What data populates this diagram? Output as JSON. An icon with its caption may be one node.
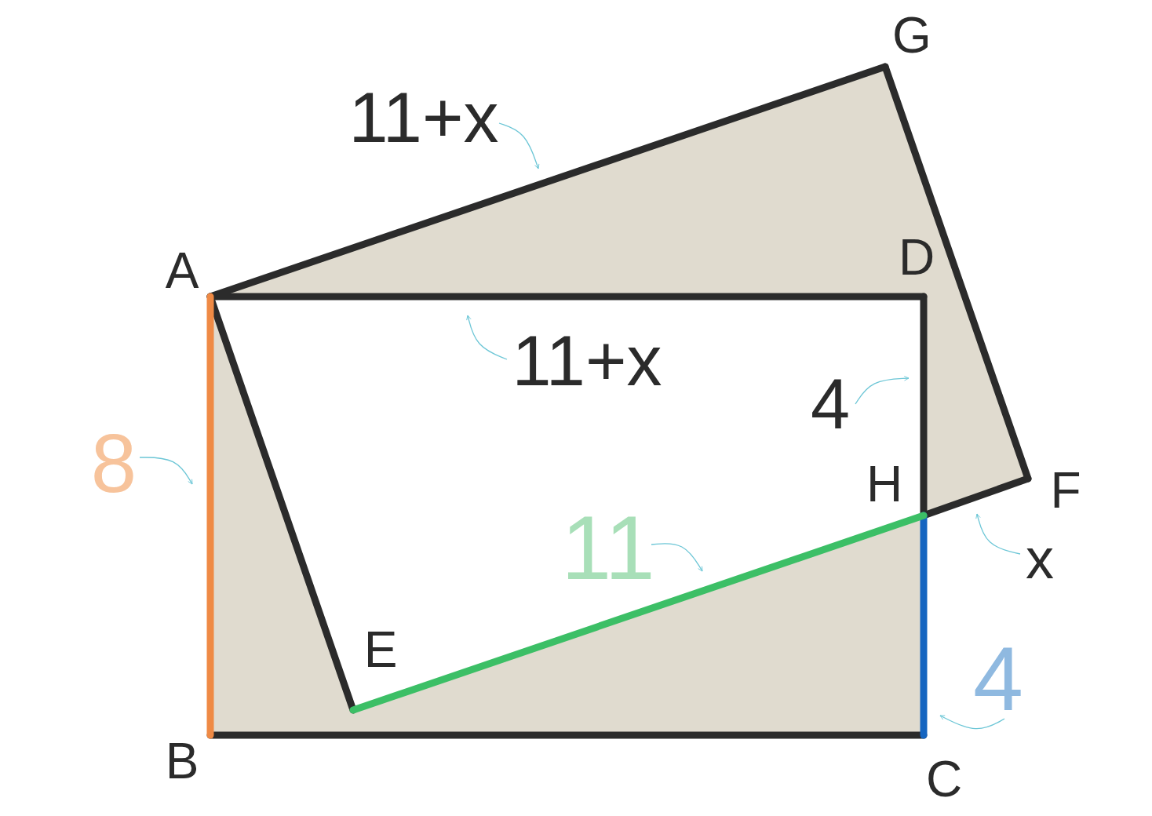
{
  "diagram": {
    "nodes": [
      {
        "text": [
          "11+x"
        ]
      },
      {
        "text": [
          "11+x"
        ]
      },
      {
        "text": [
          "4"
        ]
      },
      {
        "text": [
          "8"
        ]
      },
      {
        "text": [
          "11"
        ]
      },
      {
        "text": [
          "4"
        ]
      },
      {
        "text": [
          "x"
        ]
      }
    ],
    "edges": [
      {
        "from": 0,
        "to": null,
        "arrow": "to"
      },
      {
        "from": 1,
        "to": null,
        "arrow": "to"
      },
      {
        "from": 2,
        "to": null,
        "arrow": "to"
      },
      {
        "from": 3,
        "to": null,
        "arrow": "to"
      },
      {
        "from": 4,
        "to": null,
        "arrow": "to"
      },
      {
        "from": 5,
        "to": null,
        "arrow": "to"
      },
      {
        "from": 6,
        "to": null,
        "arrow": "to"
      }
    ],
    "labels": [
      "G",
      "A",
      "D",
      "H",
      "F",
      "E",
      "B",
      "C"
    ]
  }
}
